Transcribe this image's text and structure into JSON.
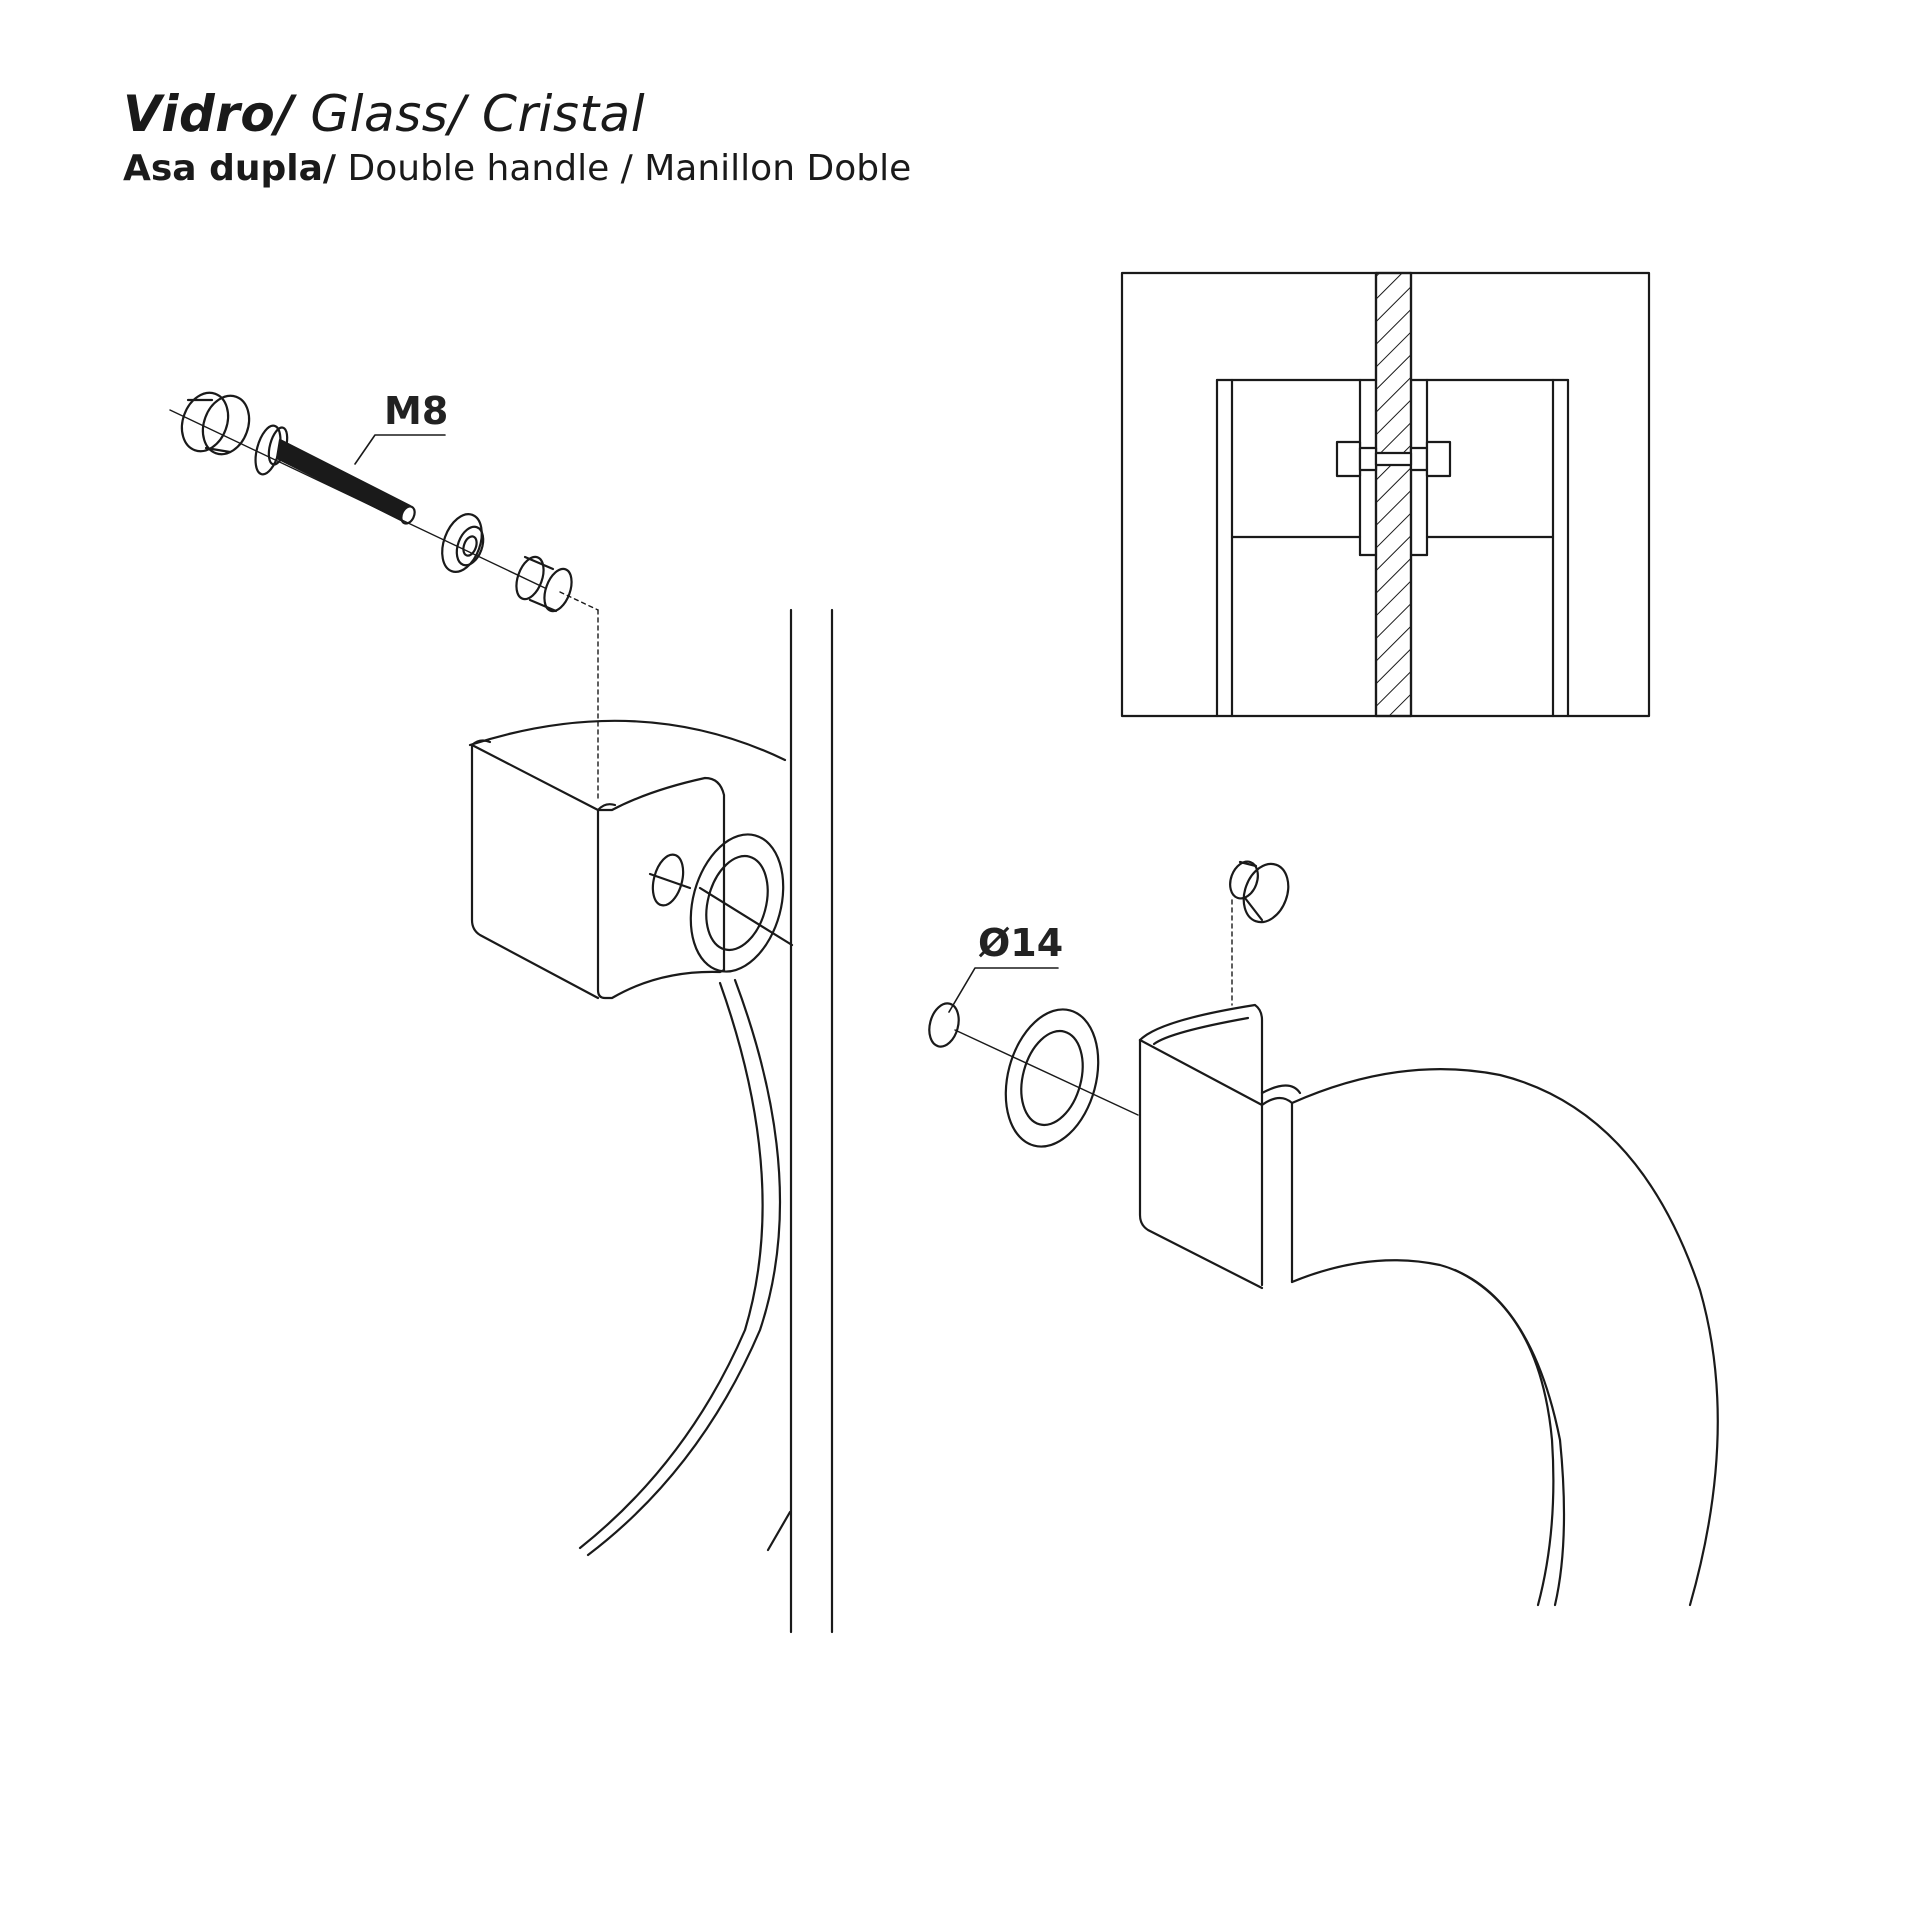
{
  "title": {
    "primary": "Vidro/",
    "secondary": " Glass/ Cristal"
  },
  "subtitle": {
    "primary": "Asa dupla/",
    "secondary": " Double handle / Manillon Doble"
  },
  "labels": {
    "bolt_size": "M8",
    "hole_diameter": "Ø14"
  },
  "colors": {
    "line": "#1a1a1a",
    "background": "#ffffff"
  }
}
